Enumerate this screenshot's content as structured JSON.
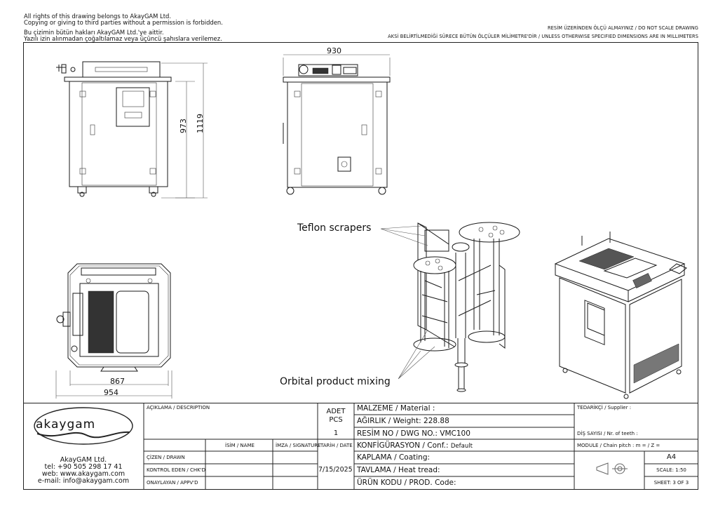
{
  "header": {
    "copyright_lines": [
      "All rights of this drawing belongs to AkayGAM Ltd.",
      "Copying or giving to third parties without a permission is forbidden.",
      "Bu çizimin bütün hakları AkayGAM Ltd.'ye aittir.",
      "Yazılı izin alınmadan çoğaltılamaz veya üçüncü şahıslara verilemez."
    ],
    "scale_note": "RESİM ÜZERİNDEN ÖLÇÜ ALMAYINIZ / DO NOT SCALE DRAWING",
    "units_note": "AKSİ BELİRTİLMEDİĞİ SÜRECE BÜTÜN ÖLÇÜLER MİLİMETRE'DİR / UNLESS OTHERWISE SPECIFIED DIMENSIONS ARE IN MILLIMETERS"
  },
  "dimensions": {
    "width_side": "930",
    "height_inner": "973",
    "height_total": "1119",
    "depth_inner": "867",
    "depth_total": "954"
  },
  "callouts": {
    "teflon": "Teflon scrapers",
    "orbital": "Orbital product mixing"
  },
  "title_block": {
    "company_logo": "akaygam",
    "company_name": "AkayGAM Ltd.",
    "tel": "tel: +90 505 298 17 41",
    "web": "web: www.akaygam.com",
    "email": "e-mail: info@akaygam.com",
    "description_label": "AÇIKLAMA / DESCRIPTION",
    "qty_label_1": "ADET",
    "qty_label_2": "PCS",
    "qty_value": "1",
    "name_label": "İSİM / NAME",
    "signature_label": "İMZA / SIGNATURE",
    "date_label": "TARİH / DATE",
    "drawn_label": "ÇİZEN / DRAWN",
    "checked_label": "KONTROL EDEN / CHK'D",
    "approved_label": "ONAYLAYAN / APPV'D",
    "date_value": "7/15/2025",
    "material_label": "MALZEME / Material :",
    "weight_label": "AĞIRLIK / Weight: 228.88",
    "dwg_label": "RESİM NO / DWG NO.:  VMC100",
    "conf_label": "KONFİGÜRASYON / Conf.:",
    "conf_value": "Default",
    "coating_label": "KAPLAMA / Coating:",
    "heat_label": "TAVLAMA / Heat tread:",
    "prod_label": "ÜRÜN KODU / PROD. Code:",
    "supplier_label": "TEDARİKÇİ / Supplier :",
    "teeth_label": "DİŞ SAYISI / Nr. of teeth :",
    "module_label": "MODULE / Chain pitch :  m =   / Z =",
    "paper_size": "A4",
    "scale": "SCALE: 1:50",
    "sheet": "SHEET: 3 OF 3"
  }
}
